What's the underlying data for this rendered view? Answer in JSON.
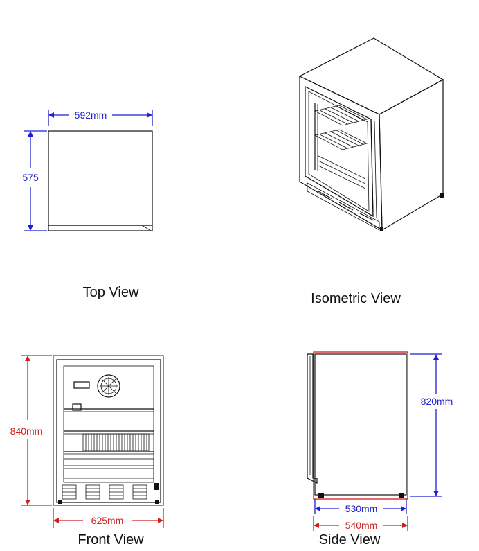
{
  "views": {
    "top": {
      "caption": "Top View",
      "width_label": "592mm",
      "depth_label": "575"
    },
    "isometric": {
      "caption": "Isometric View"
    },
    "front": {
      "caption": "Front View",
      "height_label": "840mm",
      "width_label": "625mm"
    },
    "side": {
      "caption": "Side View",
      "height_label": "820mm",
      "depth_inner_label": "530mm",
      "depth_outer_label": "540mm"
    }
  },
  "colors": {
    "dimension_blue": "#1f1fd0",
    "dimension_red": "#d01f1f",
    "linework": "#111111"
  }
}
